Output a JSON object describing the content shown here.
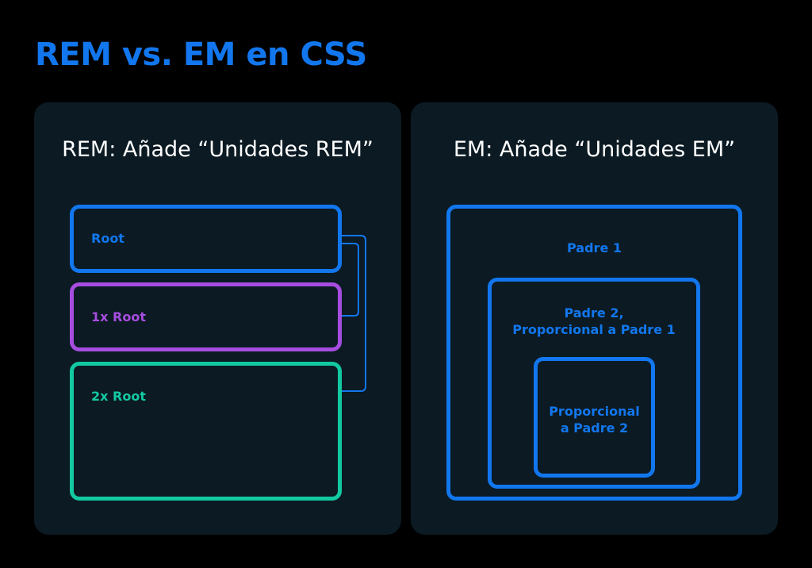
{
  "title": "REM vs. EM en CSS",
  "rem_panel": {
    "title": "REM: Añade “Unidades REM”",
    "boxes": [
      "Root",
      "1x Root",
      "2x Root"
    ]
  },
  "em_panel": {
    "title": "EM: Añade “Unidades EM”",
    "boxes": [
      "Padre 1",
      "Padre 2,",
      "Proporcional a Padre 1",
      "Proporcional",
      "a Padre 2"
    ]
  },
  "colors": {
    "blue": "#1277ee",
    "purple": "#a64de0",
    "teal": "#12c9a2",
    "panel": "#0b1a23"
  }
}
